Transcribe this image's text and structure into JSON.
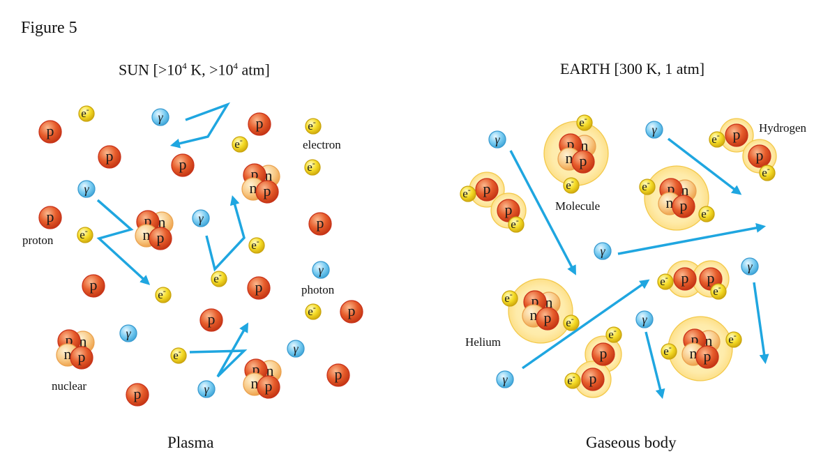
{
  "figure_label": "Figure 5",
  "sun": {
    "title_prefix": "SUN [>10",
    "title_exp1": "4",
    "title_mid": " K, >10",
    "title_exp2": "4",
    "title_suffix": " atm]",
    "caption": "Plasma",
    "labels": {
      "electron": "electron",
      "proton": "proton",
      "photon": "photon",
      "nuclear": "nuclear"
    }
  },
  "earth": {
    "title": "EARTH [300 K, 1 atm]",
    "caption": "Gaseous body",
    "labels": {
      "hydrogen": "Hydrogen",
      "molecule": "Molecule",
      "helium": "Helium"
    }
  },
  "particle_symbols": {
    "proton": "p",
    "neutron": "n",
    "electron": "e",
    "electron_charge": "-",
    "photon": "γ"
  },
  "colors": {
    "proton": "#e2592a",
    "neutron": "#f6c277",
    "electron": "#f2d81e",
    "photon": "#61c2ec",
    "arrow": "#1fa6e0",
    "halo": "#fbe486"
  }
}
